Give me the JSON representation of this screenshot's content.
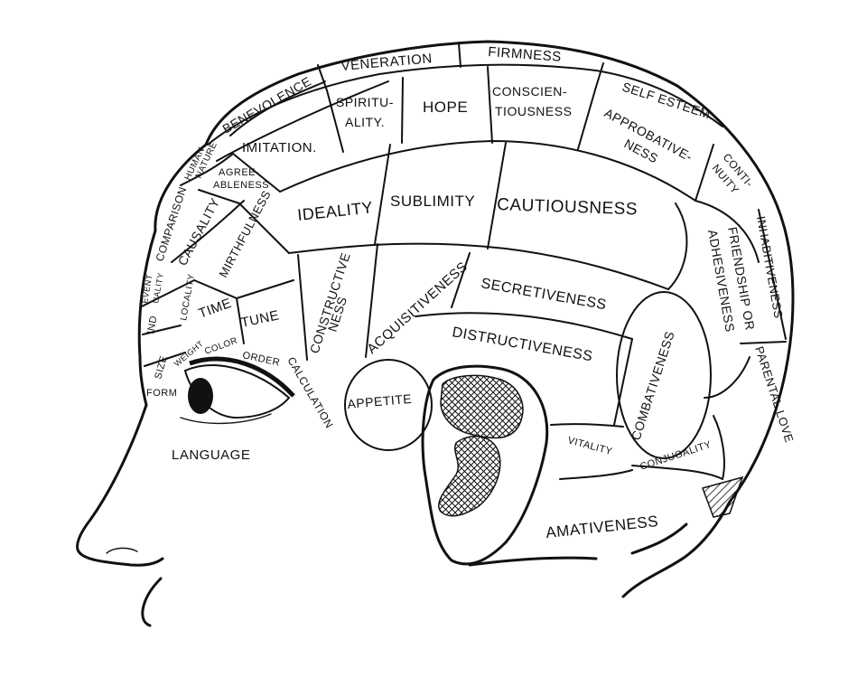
{
  "figure": {
    "ink_color": "#111111",
    "paper_color": "#ffffff"
  },
  "faculties": {
    "veneration": "VENERATION",
    "firmness": "FIRMNESS",
    "benevolence": "BENEVOLENCE",
    "self_esteem": "SELF ESTEEM",
    "spirituality_1": "SPIRITU-",
    "spirituality_2": "ALITY.",
    "hope": "HOPE",
    "conscientiousness_1": "CONSCIEN-",
    "conscientiousness_2": "TIOUSNESS",
    "approbativeness_1": "APPROBATIVE-",
    "approbativeness_2": "NESS",
    "continuity_1": "CONTI-",
    "continuity_2": "NUITY",
    "human_nature_1": "HUMAN",
    "human_nature_2": "NATURE",
    "imitation": "IMITATION.",
    "agreeableness_1": "AGREE-",
    "agreeableness_2": "ABLENESS",
    "comparison": "COMPARISON",
    "causality": "CAUSALITY",
    "mirthfulness": "MIRTHFULNESS",
    "ideality": "IDEALITY",
    "sublimity": "SUBLIMITY",
    "cautiousness": "CAUTIOUSNESS",
    "inhabitiveness": "INHABITIVENESS",
    "friendship_1": "FRIENDSHIP OR",
    "friendship_2": "ADHESIVENESS",
    "eventuality_1": "EVENT",
    "eventuality_2": "UALITY",
    "individuality": "IND",
    "locality": "LOCALITY",
    "time": "TIME",
    "tune": "TUNE",
    "constructiveness_1": "CONSTRUCTIVE",
    "constructiveness_2": "NESS",
    "acquisitiveness": "ACQUISITIVENESS",
    "secretiveness": "SECRETIVENESS",
    "destructiveness": "DISTRUCTIVENESS",
    "combativeness": "COMBATIVENESS",
    "parental_love": "PARENTAL LOVE",
    "size": "SIZE",
    "weight": "WEIGHT",
    "color": "COLOR",
    "order": "ORDER",
    "calculation": "CALCULATION",
    "form": "FORM",
    "appetite": "APPETITE",
    "vitality": "VITALITY",
    "conjugality": "CONJUGALITY",
    "language": "LANGUAGE",
    "amativeness": "AMATIVENESS"
  }
}
